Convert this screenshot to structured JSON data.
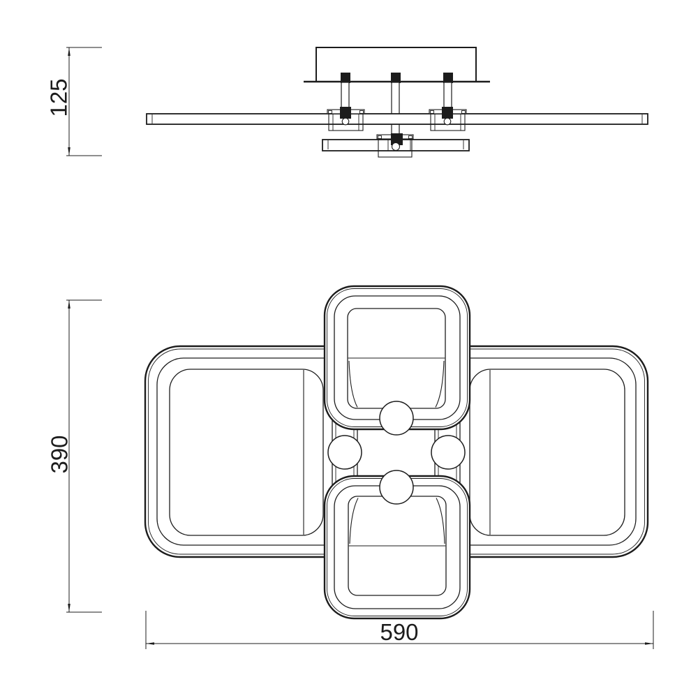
{
  "page": {
    "background": "#ffffff"
  },
  "drawing": {
    "stroke_color": "#1c1c1c",
    "fill_color": "#ffffff",
    "dim_labels": {
      "side_height": "125",
      "plan_depth": "390",
      "plan_width": "590"
    }
  }
}
